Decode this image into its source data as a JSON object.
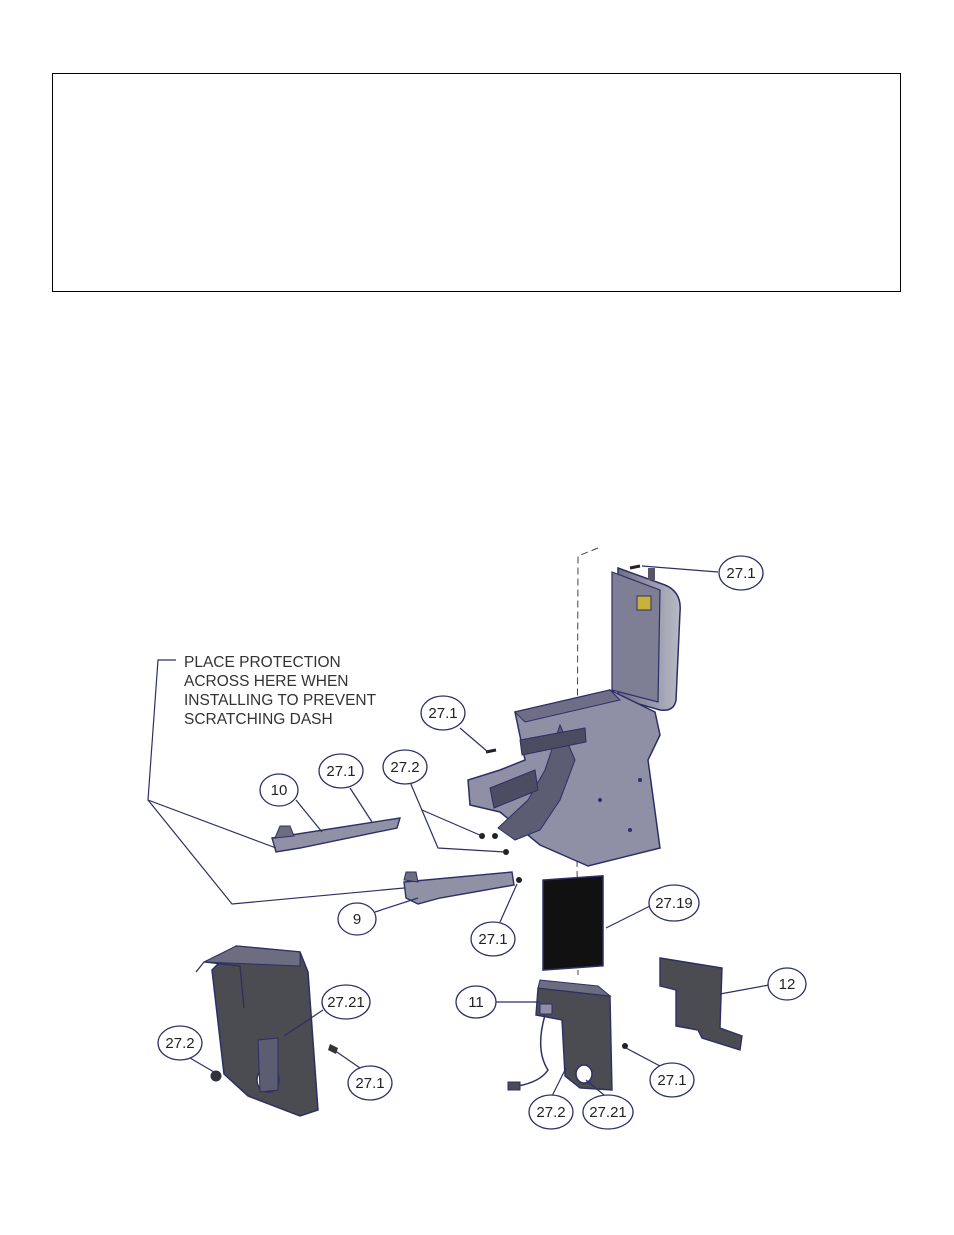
{
  "note": {
    "lines": [
      "PLACE PROTECTION",
      "ACROSS HERE WHEN",
      "INSTALLING TO PREVENT",
      "SCRATCHING DASH"
    ]
  },
  "callouts": {
    "c_top": "27.1",
    "c_upper_left": "27.1",
    "c_10": "10",
    "c_10_screw": "27.1",
    "c_27_2_mid": "27.2",
    "c_9": "9",
    "c_9_screw": "27.1",
    "c_27_19": "27.19",
    "c_12": "12",
    "c_11": "11",
    "c_27_21_left": "27.21",
    "c_27_2_left": "27.2",
    "c_27_1_left": "27.1",
    "c_27_1_right": "27.1",
    "c_27_2_right": "27.2",
    "c_27_21_right": "27.21"
  },
  "colors": {
    "line": "#2c2f66",
    "part_light": "#8f90a6",
    "part_mid": "#5c5d73",
    "part_dark": "#4b4b52",
    "black_block": "#111111"
  }
}
